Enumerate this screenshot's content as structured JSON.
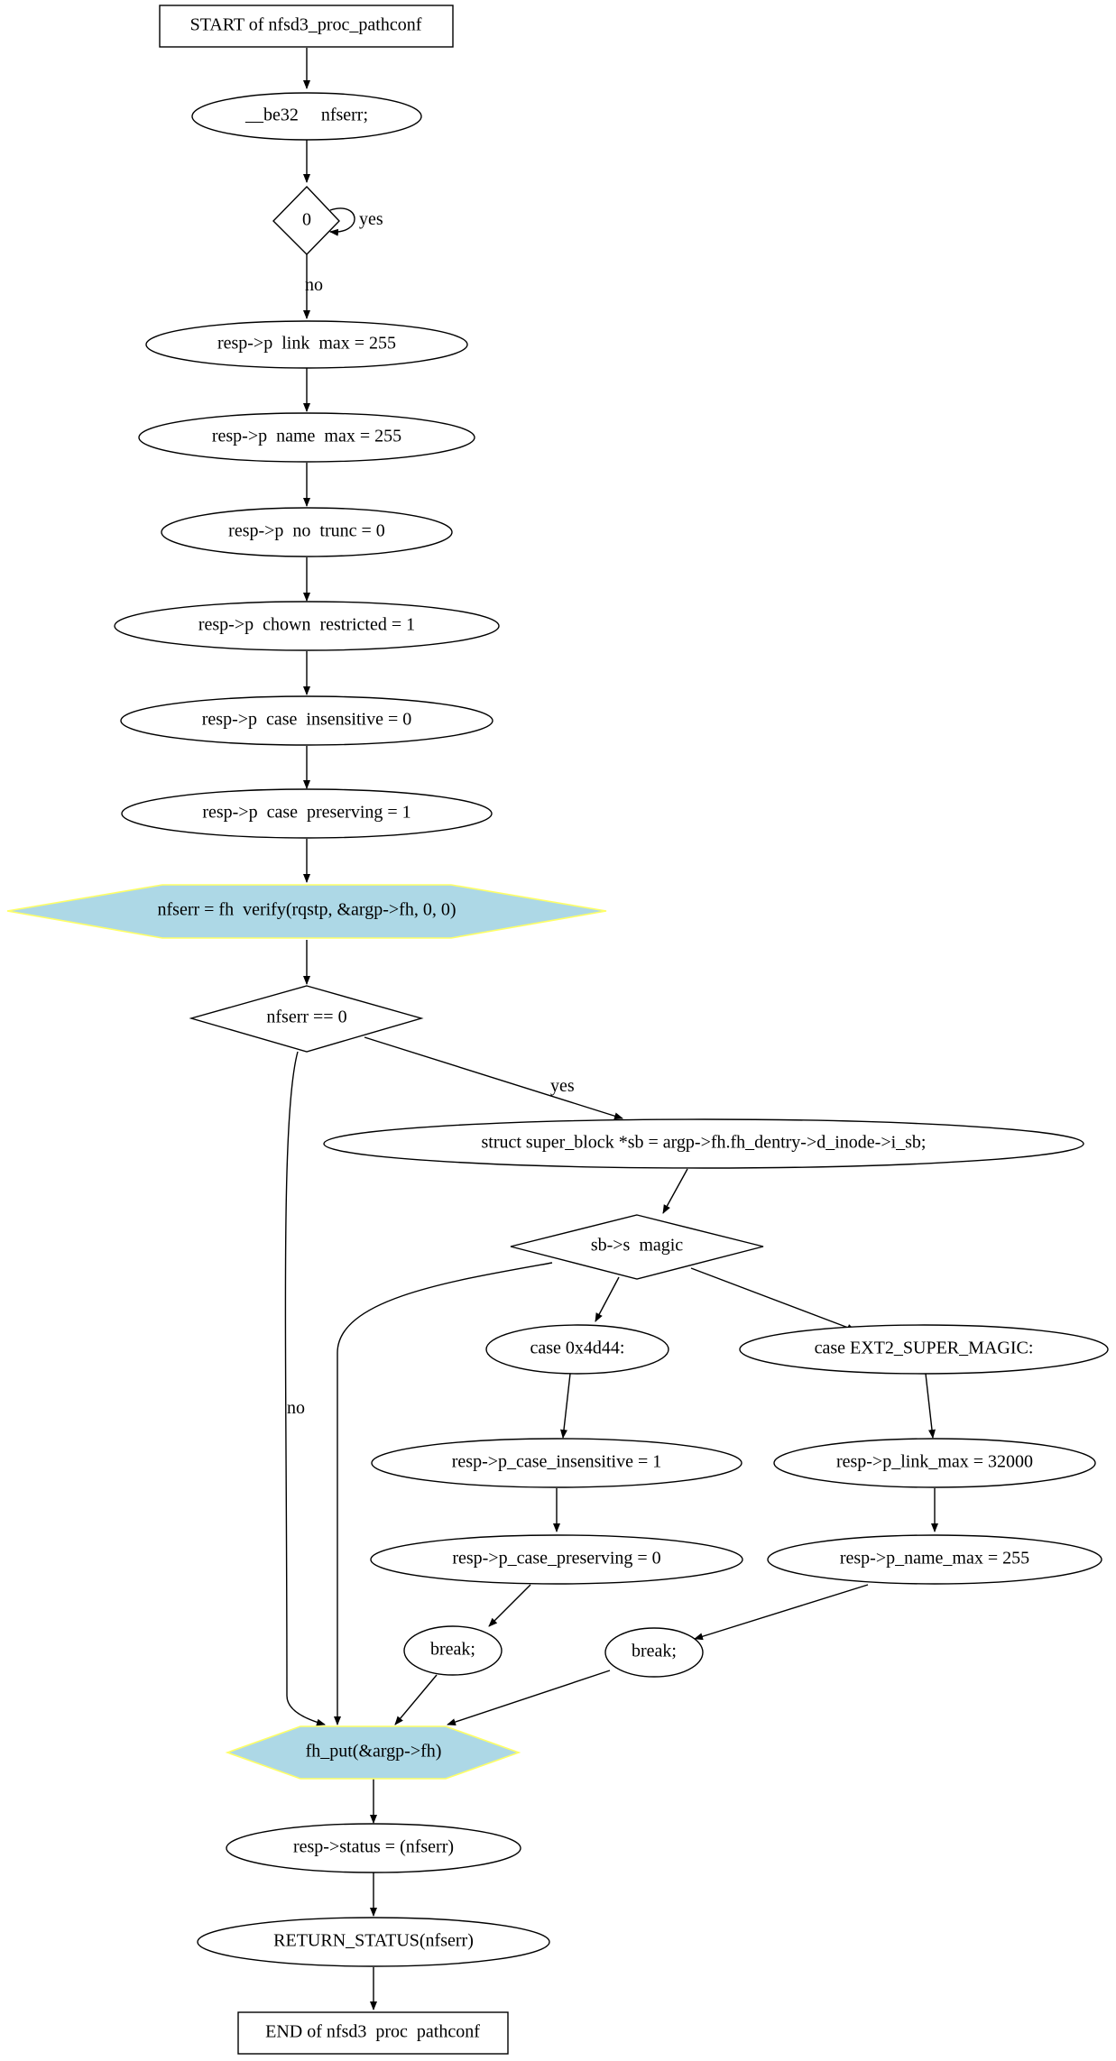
{
  "nodes": {
    "start": "START of nfsd3_proc_pathconf",
    "decl": "__be32     nfserr;",
    "cond0": "0",
    "link_max": "resp->p  link  max = 255",
    "name_max": "resp->p  name  max = 255",
    "no_trunc": "resp->p  no  trunc = 0",
    "chown": "resp->p  chown  restricted = 1",
    "case_insens": "resp->p  case  insensitive = 0",
    "case_pres": "resp->p  case  preserving = 1",
    "verify": "nfserr = fh  verify(rqstp, &argp->fh, 0, 0)",
    "cond_nfserr": "nfserr == 0",
    "sb_decl": "struct super_block *sb = argp->fh.fh_dentry->d_inode->i_sb;",
    "switch_magic": "sb->s  magic",
    "case_4d44": "case 0x4d44:",
    "case_ext2": "case EXT2_SUPER_MAGIC:",
    "ci_1": "resp->p_case_insensitive = 1",
    "cp_0": "resp->p_case_preserving = 0",
    "break1": "break;",
    "lm_32000": "resp->p_link_max = 32000",
    "nm_255": "resp->p_name_max = 255",
    "break2": "break;",
    "fh_put": "fh_put(&argp->fh)",
    "status": "resp->status = (nfserr)",
    "return_status": "RETURN_STATUS(nfserr)",
    "end": "END of nfsd3  proc  pathconf"
  },
  "edge_labels": {
    "loop_yes": "yes",
    "cond0_no": "no",
    "nfserr_yes": "yes",
    "nfserr_no": "no"
  },
  "colors": {
    "hex_fill": "#add8e6",
    "hex_stroke": "#ffff66",
    "stroke": "#000000"
  }
}
